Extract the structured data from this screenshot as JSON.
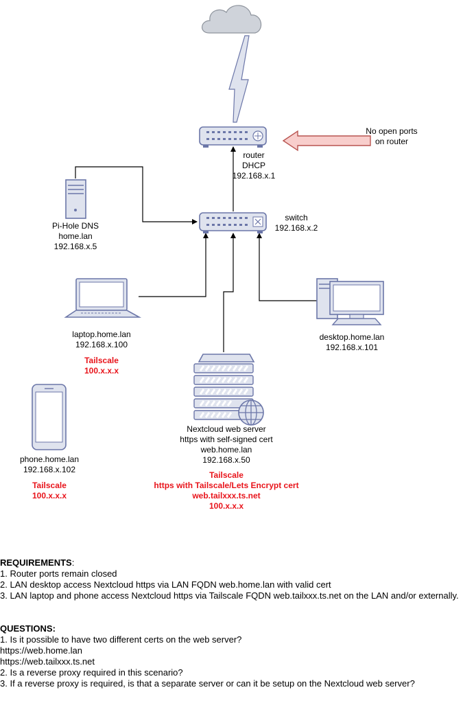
{
  "labels": {
    "router": [
      "router",
      "DHCP",
      "192.168.x.1"
    ],
    "switch": [
      "switch",
      "192.168.x.2"
    ],
    "pihole": [
      "Pi-Hole DNS",
      "home.lan",
      "192.168.x.5"
    ],
    "laptop": [
      "laptop.home.lan",
      "192.168.x.100"
    ],
    "laptop_tailscale": [
      "Tailscale",
      "100.x.x.x"
    ],
    "desktop": [
      "desktop.home.lan",
      "192.168.x.101"
    ],
    "server": [
      "Nextcloud web server",
      "https with self-signed cert",
      "web.home.lan",
      "192.168.x.50"
    ],
    "server_tailscale": [
      "Tailscale",
      "https with Tailscale/Lets Encrypt cert",
      "web.tailxxx.ts.net",
      "100.x.x.x"
    ],
    "phone": [
      "phone.home.lan",
      "192.168.x.102"
    ],
    "phone_tailscale": [
      "Tailscale",
      "100.x.x.x"
    ],
    "no_open_ports": [
      "No open ports",
      "on router"
    ]
  },
  "requirements": {
    "heading": "REQUIREMENTS",
    "heading_suffix": ":",
    "items": [
      "1. Router ports remain closed",
      "2. LAN desktop access Nextcloud https via LAN FQDN web.home.lan with valid cert",
      "3. LAN laptop and phone access Nextcloud https via Tailscale FQDN web.tailxxx.ts.net on the LAN and/or externally."
    ]
  },
  "questions": {
    "heading": "QUESTIONS",
    "heading_suffix": ":",
    "items": [
      "1. Is it possible to have two different certs on the web server?",
      "https://web.home.lan",
      "https://web.tailxxx.ts.net",
      "2. Is a reverse proxy required in this scenario?",
      "3. If a reverse proxy is required, is that a separate server or can it be setup on the Nextcloud web server?"
    ]
  },
  "colors": {
    "device_fill": "#dfe3ee",
    "device_stroke": "#6b76a8",
    "cloud_fill": "#cfd3da",
    "arrow_fill": "#f8cecc",
    "arrow_stroke": "#b85450",
    "tailscale_red": "#e8141b"
  },
  "icons": [
    "cloud-icon",
    "lightning-icon",
    "router-icon",
    "switch-icon",
    "server-tower-icon",
    "laptop-icon",
    "desktop-icon",
    "web-server-icon",
    "globe-icon",
    "smartphone-icon",
    "arrow-left-icon"
  ]
}
